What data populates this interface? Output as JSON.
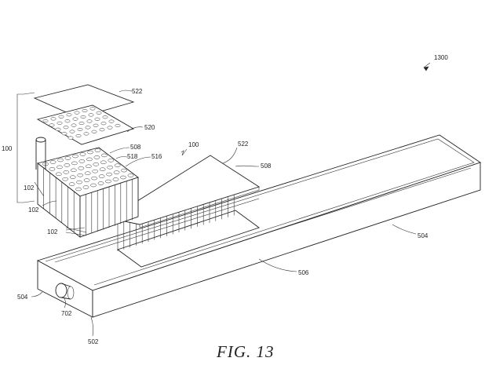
{
  "figure": {
    "caption": "FIG. 13",
    "labels": {
      "ref_1300": "1300",
      "ref_522_top": "522",
      "ref_520": "520",
      "ref_100_left": "100",
      "ref_508_left": "508",
      "ref_518": "518",
      "ref_516": "516",
      "ref_100_mid": "100",
      "ref_522_mid": "522",
      "ref_508_right": "508",
      "ref_102_a": "102",
      "ref_102_b": "102",
      "ref_102_c": "102",
      "ref_504_right": "504",
      "ref_506": "506",
      "ref_504_left": "504",
      "ref_702": "702",
      "ref_502": "502"
    }
  }
}
